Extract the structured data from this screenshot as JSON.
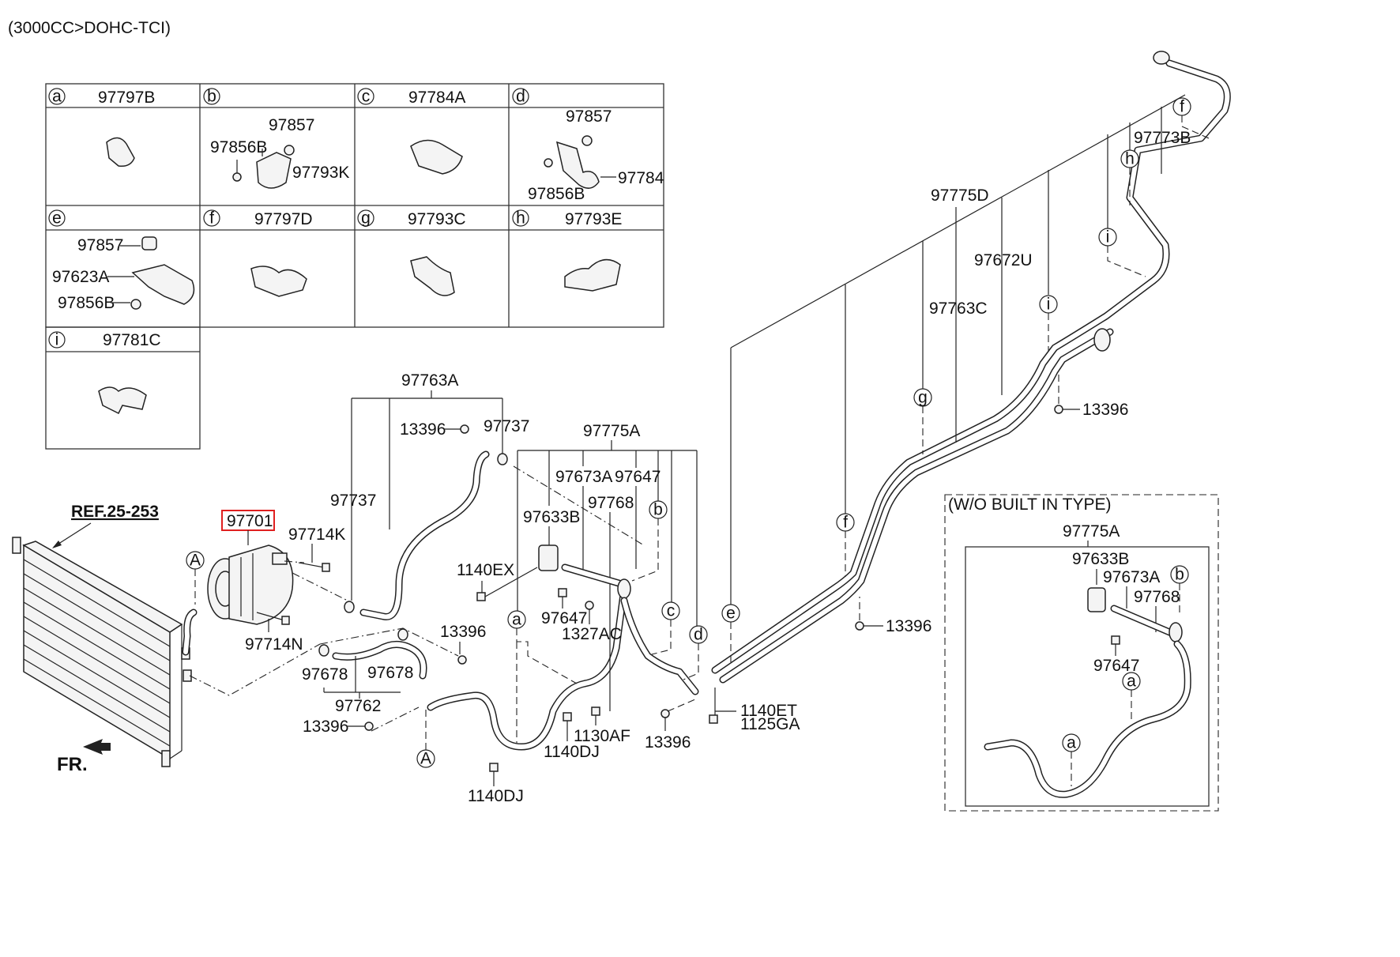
{
  "header": "(3000CC>DOHC-TCI)",
  "table": {
    "cells": [
      {
        "key": "a",
        "part": "97797B",
        "labels": []
      },
      {
        "key": "b",
        "part": "",
        "labels": [
          "97857",
          "97856B",
          "97793K"
        ]
      },
      {
        "key": "c",
        "part": "97784A",
        "labels": []
      },
      {
        "key": "d",
        "part": "",
        "labels": [
          "97857",
          "97784",
          "97856B"
        ]
      },
      {
        "key": "e",
        "part": "",
        "labels": [
          "97857",
          "97623A",
          "97856B"
        ]
      },
      {
        "key": "f",
        "part": "97797D",
        "labels": []
      },
      {
        "key": "g",
        "part": "97793C",
        "labels": []
      },
      {
        "key": "h",
        "part": "97793E",
        "labels": []
      },
      {
        "key": "i",
        "part": "97781C",
        "labels": []
      }
    ]
  },
  "ref_label": "REF.25-253",
  "fr_label": "FR.",
  "highlighted_part": "97701",
  "labels": {
    "l97763A": "97763A",
    "l13396_top": "13396",
    "l97737_a": "97737",
    "l97737_b": "97737",
    "l97714K": "97714K",
    "l97714N": "97714N",
    "l97775A": "97775A",
    "l97673A": "97673A",
    "l97647_a": "97647",
    "l97768": "97768",
    "l97633B": "97633B",
    "l1140EX": "1140EX",
    "l97647_b": "97647",
    "l1327AC": "1327AC",
    "l13396_mid": "13396",
    "l97678_a": "97678",
    "l97678_b": "97678",
    "l97762": "97762",
    "l13396_low": "13396",
    "l1130AF": "1130AF",
    "l1140DJ_a": "1140DJ",
    "l1140DJ_b": "1140DJ",
    "l13396_c": "13396",
    "l1140ET": "1140ET",
    "l1125GA": "1125GA",
    "l13396_e": "13396",
    "l97775D": "97775D",
    "l97672U": "97672U",
    "l97763C": "97763C",
    "l97773B": "97773B",
    "l13396_r": "13396"
  },
  "inset": {
    "title": "(W/O BUILT IN TYPE)",
    "labels": {
      "l97775A": "97775A",
      "l97633B": "97633B",
      "l97673A": "97673A",
      "l97768": "97768",
      "l97647": "97647"
    }
  },
  "callouts": {
    "A": "A",
    "a": "a",
    "b": "b",
    "c": "c",
    "d": "d",
    "e": "e",
    "f": "f",
    "g": "g",
    "h": "h",
    "i": "i"
  }
}
